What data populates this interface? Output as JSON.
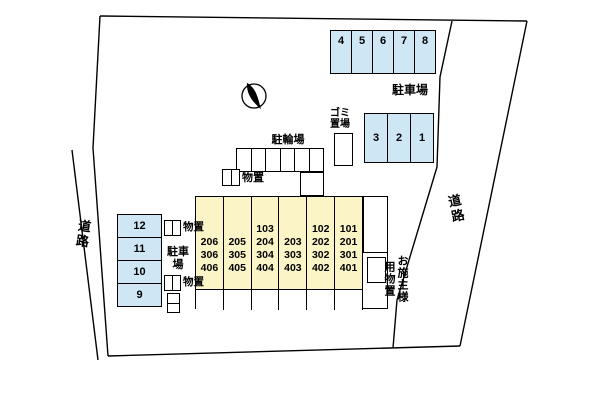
{
  "labels": {
    "road_left": "道路",
    "road_right": "道路",
    "parking_top": "駐車場",
    "parking_left": "駐車\n場",
    "bike": "駐輪場",
    "garbage": "ゴミ\n置場",
    "storage_top": "物置",
    "storage_mid": "物置",
    "storage_low": "物置",
    "owner_storage_col_right": "お施主様",
    "owner_storage_col_left": "用物置"
  },
  "stalls_top": [
    "4",
    "5",
    "6",
    "7",
    "8"
  ],
  "stalls_right": [
    "3",
    "2",
    "1"
  ],
  "stalls_left": [
    "12",
    "11",
    "10",
    "9"
  ],
  "units": [
    "206\n306\n406",
    "205\n305\n405",
    "103\n204\n304\n404",
    "203\n303\n403",
    "102\n202\n302\n402",
    "101\n201\n301\n401"
  ],
  "colors": {
    "stall_fill": "#cfe6f5",
    "unit_fill": "#fbf4c6",
    "line": "#000000"
  }
}
